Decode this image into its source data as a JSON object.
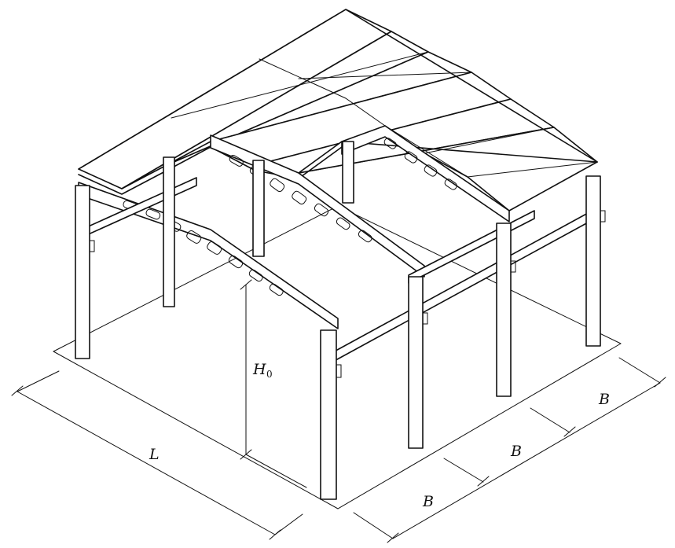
{
  "labels": {
    "span": "L",
    "bay_1": "B",
    "bay_2": "B",
    "bay_3": "B",
    "height_main": "H",
    "height_sub": "0"
  },
  "colors": {
    "line": "#111111",
    "background": "#ffffff"
  }
}
